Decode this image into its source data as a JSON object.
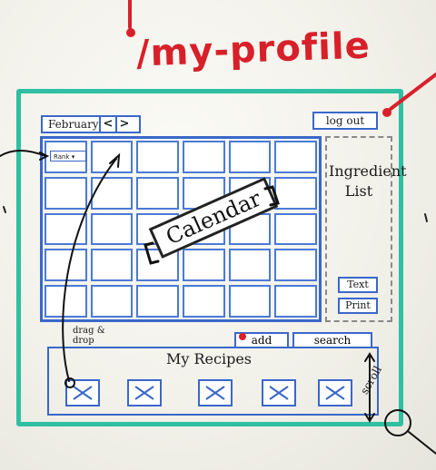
{
  "route": "/my-profile",
  "header": {
    "month": "February",
    "prev_label": "<",
    "next_label": ">",
    "logout_label": "log out"
  },
  "calendar": {
    "label": "Calendar",
    "columns": 6,
    "rows": 5,
    "rank_chip": "Rank ▾"
  },
  "side_panel": {
    "title_line1": "Ingredient",
    "title_line2": "List",
    "text_button": "Text",
    "print_button": "Print"
  },
  "bottom": {
    "drag_label_line1": "drag &",
    "drag_label_line2": "drop",
    "add_tab": "add",
    "search_tab": "search",
    "recipes_title": "My Recipes",
    "recipe_count": 5,
    "scroll_label": "scroll"
  },
  "colors": {
    "frame": "#2fbfa2",
    "ui": "#3a67c9",
    "annotation": "#d8202a"
  }
}
